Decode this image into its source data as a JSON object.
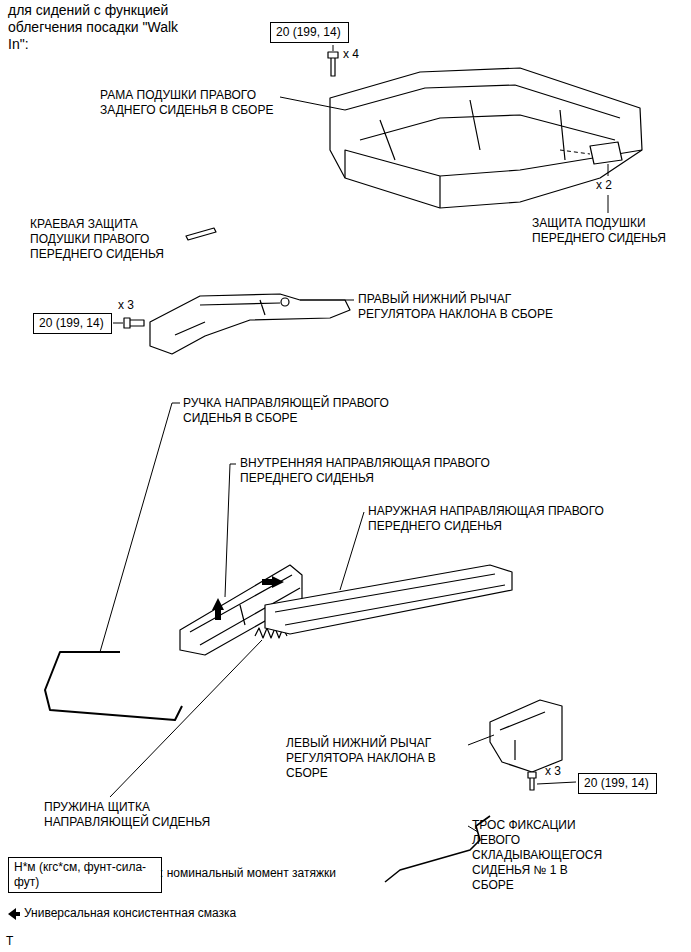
{
  "diagram": {
    "title": "для сидений с функцией облегчения посадки \"Walk In\":",
    "nodes": [
      {
        "text": [
          "20 (199, 14)"
        ]
      },
      {
        "text": [
          "20 (199, 14)"
        ]
      },
      {
        "text": [
          "20 (199, 14)"
        ]
      },
      {
        "text": [
          "Н*м (кгс*см, фунт-сила-фут)"
        ]
      }
    ],
    "labels": [
      "x 4",
      "РАМА ПОДУШКИ ПРАВОГО ЗАДНЕГО СИДЕНЬЯ В СБОРЕ",
      "x 2",
      "ЗАЩИТА ПОДУШКИ ПЕРЕДНЕГО СИДЕНЬЯ",
      "КРАЕВАЯ ЗАЩИТА ПОДУШКИ ПРАВОГО ПЕРЕДНЕГО СИДЕНЬЯ",
      "x 3",
      "ПРАВЫЙ НИЖНИЙ РЫЧАГ РЕГУЛЯТОРА НАКЛОНА В СБОРЕ",
      "РУЧКА НАПРАВЛЯЮЩЕЙ ПРАВОГО СИДЕНЬЯ В СБОРЕ",
      "ВНУТРЕННЯЯ НАПРАВЛЯЮЩАЯ ПРАВОГО ПЕРЕДНЕГО СИДЕНЬЯ",
      "НАРУЖНАЯ НАПРАВЛЯЮЩАЯ ПРАВОГО ПЕРЕДНЕГО СИДЕНЬЯ",
      "ЛЕВЫЙ НИЖНИЙ РЫЧАГ РЕГУЛЯТОРА НАКЛОНА В СБОРЕ",
      "x 3",
      "ПРУЖИНА ЩИТКА НАПРАВЛЯЮЩЕЙ СИДЕНЬЯ",
      "ТРОС ФИКСАЦИИ ЛЕВОГО СКЛАДЫВАЮЩЕГОСЯ СИДЕНЬЯ № 1 В СБОРЕ",
      "T"
    ],
    "legend": [
      {
        "text": ": номинальный момент затяжки"
      },
      {
        "text": "Универсальная консистентная смазка"
      }
    ]
  }
}
